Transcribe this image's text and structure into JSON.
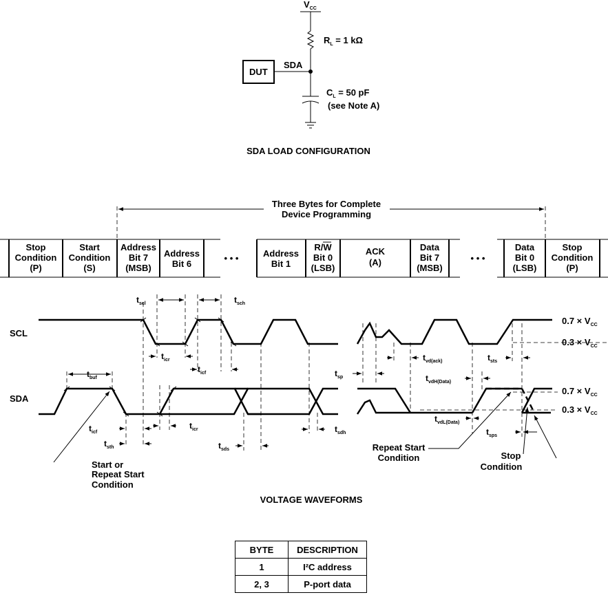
{
  "load_config": {
    "vcc": "V",
    "vcc_sub": "CC",
    "rl_label": "R",
    "rl_sub": "L",
    "rl_value": " = 1 kΩ",
    "dut": "DUT",
    "sda": "SDA",
    "cl_label": "C",
    "cl_sub": "L",
    "cl_value": " = 50 pF",
    "cl_note": "(see Note A)",
    "caption": "SDA LOAD CONFIGURATION"
  },
  "bytes_header": {
    "line1": "Three Bytes for Complete",
    "line2": "Device Programming"
  },
  "bit_cells": [
    [
      "Stop",
      "Condition",
      "(P)"
    ],
    [
      "Start",
      "Condition",
      "(S)"
    ],
    [
      "Address",
      "Bit 7",
      "(MSB)"
    ],
    [
      "Address",
      "Bit 6"
    ],
    [
      "Address",
      "Bit 1"
    ],
    [
      "R/W",
      "Bit 0",
      "(LSB)"
    ],
    [
      "ACK",
      "(A)"
    ],
    [
      "Data",
      "Bit 7",
      "(MSB)"
    ],
    [
      "Data",
      "Bit 0",
      "(LSB)"
    ],
    [
      "Stop",
      "Condition",
      "(P)"
    ]
  ],
  "ellipsis": "• • •",
  "waveforms": {
    "scl_label": "SCL",
    "sda_label": "SDA",
    "level_high": "0.7 × V",
    "level_low": "0.3 × V",
    "level_sub": "CC",
    "timing": {
      "t_scl": "scl",
      "t_sch": "sch",
      "t_icr": "icr",
      "t_icf": "icf",
      "t_buf": "buf",
      "t_sth": "sth",
      "t_sds": "sds",
      "t_sdh": "sdh",
      "t_sp": "sp",
      "t_vd_ack": "vd(ack)",
      "t_sts": "sts",
      "t_vdh": "vdH(Data)",
      "t_vdl": "vdL(Data)",
      "t_sps": "sps",
      "t": "t"
    },
    "start_note": [
      "Start or",
      "Repeat Start",
      "Condition"
    ],
    "repeat_note": [
      "Repeat Start",
      "Condition"
    ],
    "stop_note": [
      "Stop",
      "Condition"
    ],
    "caption": "VOLTAGE WAVEFORMS"
  },
  "table": {
    "headers": [
      "BYTE",
      "DESCRIPTION"
    ],
    "rows": [
      [
        "1",
        "I²C address"
      ],
      [
        "2, 3",
        "P-port data"
      ]
    ]
  }
}
